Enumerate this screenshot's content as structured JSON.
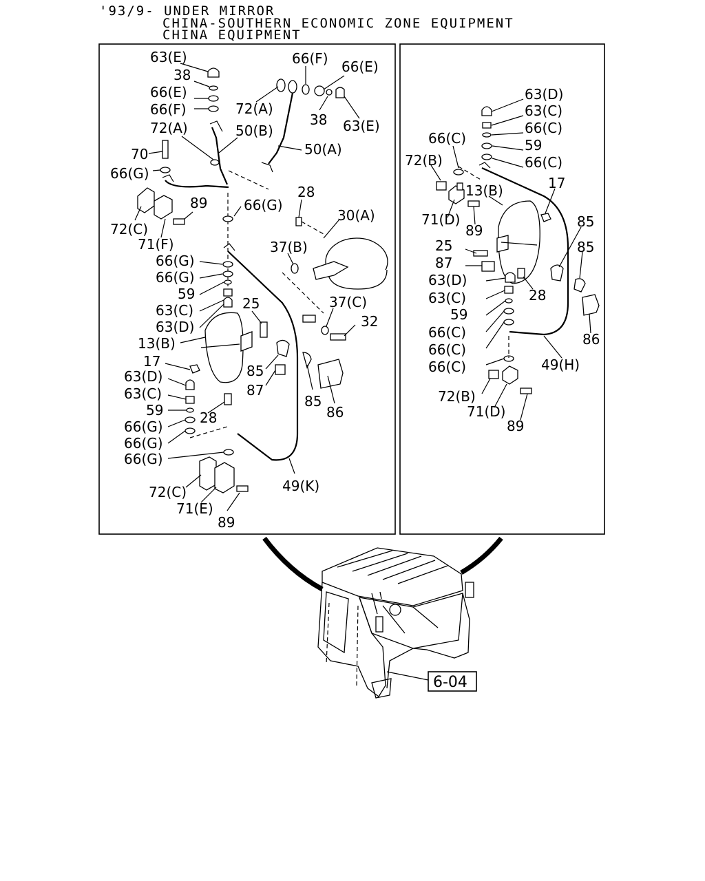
{
  "header": {
    "line1": "'93/9- UNDER MIRROR",
    "line2": "CHINA-SOUTHERN ECONOMIC ZONE EQUIPMENT",
    "line3": "CHINA EQUIPMENT"
  },
  "left_panel": {
    "callouts": {
      "l_63e": "63(E)",
      "l_38": "38",
      "l_66e": "66(E)",
      "l_66f": "66(F)",
      "l_72a": "72(A)",
      "l_70": "70",
      "l_66g": "66(G)",
      "l_72c": "72(C)",
      "l_71f": "71(F)",
      "l_89": "89",
      "t_72a": "72(A)",
      "t_50b": "50(B)",
      "t_66f": "66(F)",
      "t_66e": "66(E)",
      "t_38": "38",
      "t_63e": "63(E)",
      "t_50a": "50(A)",
      "c_66g": "66(G)",
      "c_28": "28",
      "c_30a": "30(A)",
      "c_37b": "37(B)",
      "c_37c": "37(C)",
      "c_32": "32",
      "s_66g1": "66(G)",
      "s_66g2": "66(G)",
      "s_59": "59",
      "s_63c": "63(C)",
      "s_63d": "63(D)",
      "s_13b": "13(B)",
      "s_25": "25",
      "s_17": "17",
      "s_85a": "85",
      "s_87": "87",
      "s_85b": "85",
      "s_86": "86",
      "b_63d": "63(D)",
      "b_63c": "63(C)",
      "b_59": "59",
      "b_28": "28",
      "b_66g1": "66(G)",
      "b_66g2": "66(G)",
      "b_66g3": "66(G)",
      "b_72c": "72(C)",
      "b_71e": "71(E)",
      "b_89": "89",
      "b_49k": "49(K)"
    }
  },
  "right_panel": {
    "callouts": {
      "r_63d": "63(D)",
      "r_63c": "63(C)",
      "r_66c1": "66(C)",
      "r_59": "59",
      "r_66c2": "66(C)",
      "r_66c3": "66(C)",
      "r_72b": "72(B)",
      "r_13b": "13(B)",
      "r_17": "17",
      "r_71d": "71(D)",
      "r_89": "89",
      "r_85a": "85",
      "r_85b": "85",
      "r_25": "25",
      "r_87": "87",
      "r_63d2": "63(D)",
      "r_28": "28",
      "r_63c2": "63(C)",
      "r_59b": "59",
      "r_66c4": "66(C)",
      "r_66c5": "66(C)",
      "r_86": "86",
      "r_49h": "49(H)",
      "r_66c6": "66(C)",
      "r_72b2": "72(B)",
      "r_71d2": "71(D)",
      "r_89b": "89"
    }
  },
  "reference_box": "6-04"
}
